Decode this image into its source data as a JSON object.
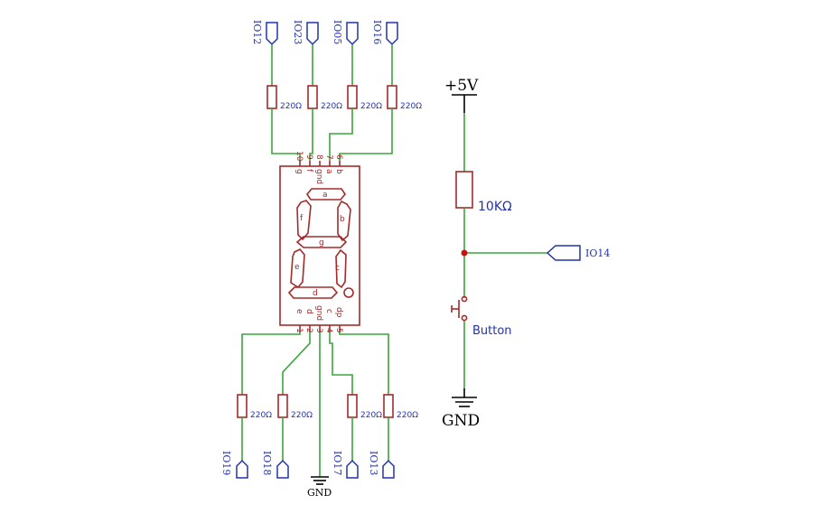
{
  "top_ports": [
    "IO12",
    "IO23",
    "IO05",
    "IO16"
  ],
  "bottom_ports": [
    "IO19",
    "IO18",
    "IO17",
    "IO13"
  ],
  "side_port": "IO14",
  "resistor_small_value": "220Ω",
  "pullup_value": "10KΩ",
  "supply_label": "+5V",
  "ground_label": "GND",
  "button_label": "Button",
  "display": {
    "top_pins": [
      {
        "num": "10",
        "name": "g"
      },
      {
        "num": "9",
        "name": "f"
      },
      {
        "num": "8",
        "name": "gnd"
      },
      {
        "num": "7",
        "name": "a"
      },
      {
        "num": "6",
        "name": "b"
      }
    ],
    "bottom_pins": [
      {
        "num": "1",
        "name": "e"
      },
      {
        "num": "2",
        "name": "d"
      },
      {
        "num": "3",
        "name": "gnd"
      },
      {
        "num": "4",
        "name": "c"
      },
      {
        "num": "5",
        "name": "dp"
      }
    ],
    "segments": [
      "a",
      "b",
      "c",
      "d",
      "e",
      "f",
      "g"
    ]
  },
  "colors": {
    "wire": "#3aa63a",
    "component": "#a52a2a",
    "port": "#2233aa",
    "junction": "#cc1111"
  }
}
